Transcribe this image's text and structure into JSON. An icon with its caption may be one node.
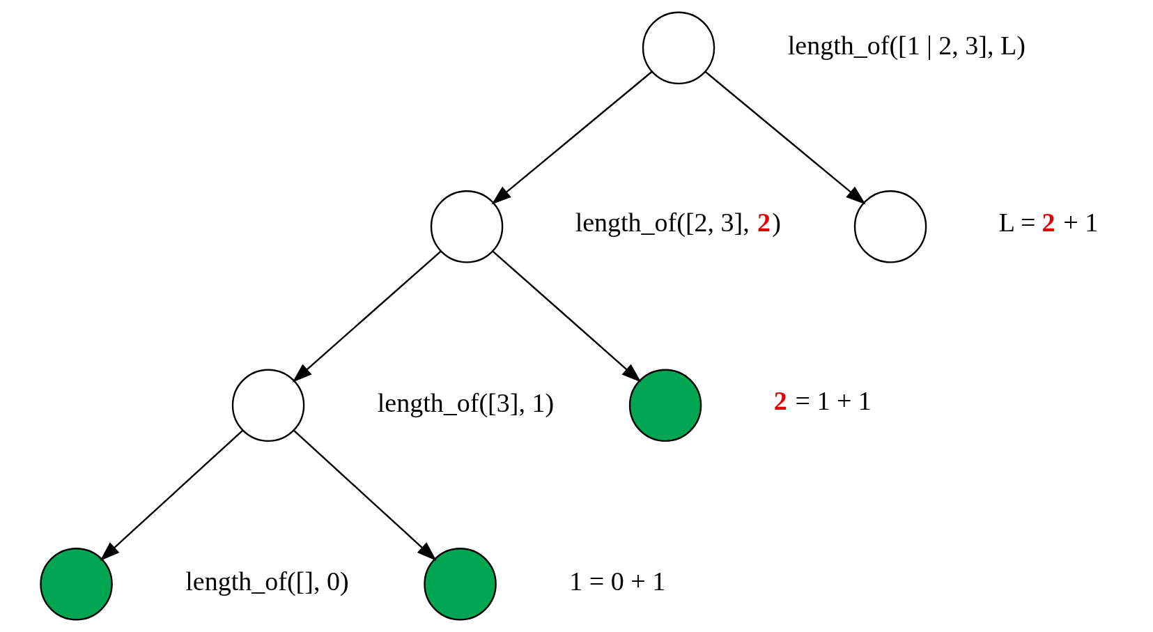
{
  "diagram": {
    "nodes": [
      {
        "text": [],
        "shape": "circle",
        "beside": [
          "length_of([1 | 2, 3], L)"
        ]
      },
      {
        "text": [],
        "shape": "circle",
        "beside": [
          "length_of([2, 3], **2**)"
        ]
      },
      {
        "text": [],
        "shape": "circle",
        "beside": [
          "L = **2** + 1"
        ]
      },
      {
        "text": [],
        "shape": "circle",
        "beside": [
          "length_of([3], 1)"
        ]
      },
      {
        "text": [],
        "shape": "circle",
        "beside": [
          "**2** = 1 + 1"
        ]
      },
      {
        "text": [],
        "shape": "circle",
        "beside": [
          "length_of([], 0)"
        ]
      },
      {
        "text": [],
        "shape": "circle",
        "beside": [
          "1 = 0 + 1"
        ]
      }
    ],
    "edges": [
      {
        "from": 0,
        "to": 1,
        "arrow": "to"
      },
      {
        "from": 0,
        "to": 2,
        "arrow": "to"
      },
      {
        "from": 1,
        "to": 3,
        "arrow": "to"
      },
      {
        "from": 1,
        "to": 4,
        "arrow": "to"
      },
      {
        "from": 3,
        "to": 5,
        "arrow": "to"
      },
      {
        "from": 3,
        "to": 6,
        "arrow": "to"
      }
    ]
  }
}
